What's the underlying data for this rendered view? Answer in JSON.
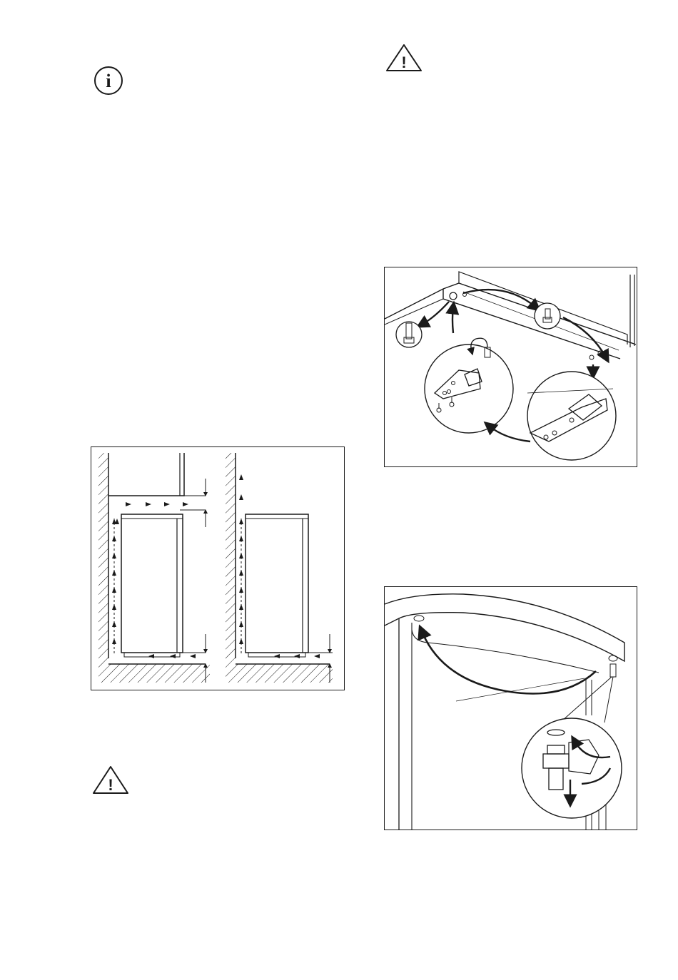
{
  "page": {
    "background": "#ffffff",
    "ink": "#1a1a1a"
  },
  "icons": {
    "info": "info-icon",
    "warning_top_right": "warning-icon",
    "warning_bottom_left": "warning-icon",
    "info_glyph": "i",
    "warning_glyph": "!"
  },
  "figures": {
    "ventilation": "ventilation-clearance-diagram",
    "hinge_transfer": "hinge-transfer-diagram",
    "hinge_pin": "hinge-pin-diagram"
  }
}
